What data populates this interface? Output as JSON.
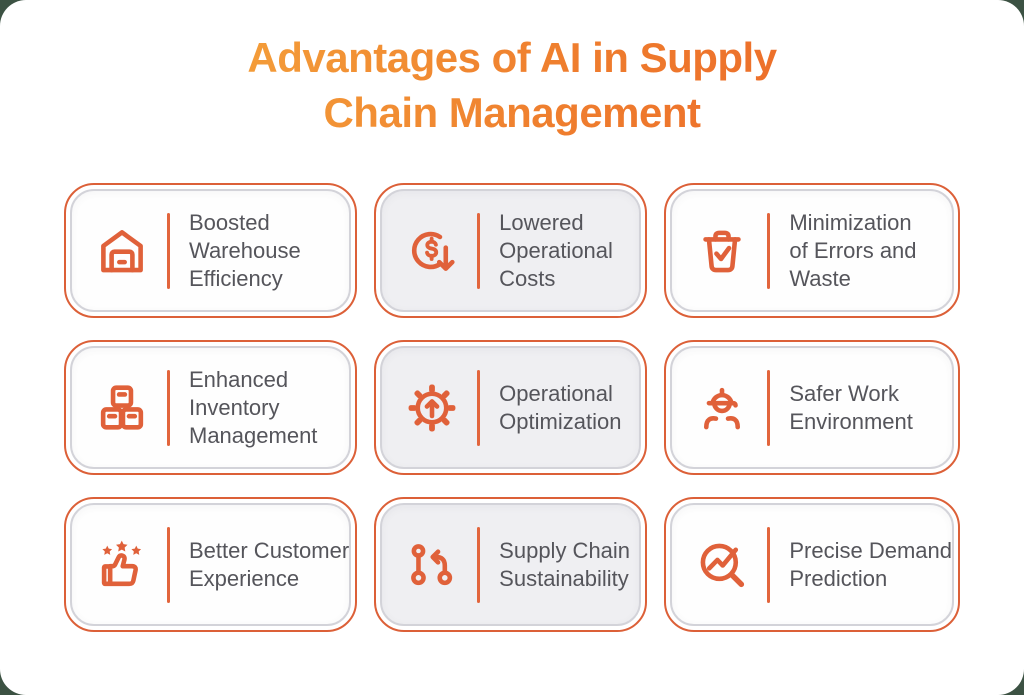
{
  "title": {
    "line1": "Advantages of AI in Supply",
    "line2": "Chain Management"
  },
  "cards": [
    {
      "icon": "warehouse-icon",
      "label": "Boosted Warehouse Efficiency",
      "lines": [
        "Boosted",
        "Warehouse",
        "Efficiency"
      ]
    },
    {
      "icon": "dollar-down-icon",
      "label": "Lowered Operational Costs",
      "lines": [
        "Lowered",
        "Operational",
        "Costs"
      ]
    },
    {
      "icon": "trash-check-icon",
      "label": "Minimization of Errors and Waste",
      "lines": [
        "Minimization",
        "of Errors and",
        "Waste"
      ]
    },
    {
      "icon": "inventory-boxes-icon",
      "label": "Enhanced Inventory Management",
      "lines": [
        "Enhanced",
        "Inventory",
        "Management"
      ]
    },
    {
      "icon": "gear-up-arrow-icon",
      "label": "Operational Optimization",
      "lines": [
        "Operational",
        "Optimization"
      ]
    },
    {
      "icon": "worker-helmet-icon",
      "label": "Safer Work Environment",
      "lines": [
        "Safer Work",
        "Environment"
      ]
    },
    {
      "icon": "thumbs-up-stars-icon",
      "label": "Better Customer Experience",
      "lines": [
        "Better Customer",
        "Experience"
      ]
    },
    {
      "icon": "branch-loop-icon",
      "label": "Supply Chain Sustainability",
      "lines": [
        "Supply Chain",
        "Sustainability"
      ]
    },
    {
      "icon": "magnifier-trend-icon",
      "label": "Precise Demand Prediction",
      "lines": [
        "Precise Demand",
        "Prediction"
      ]
    }
  ],
  "colors": {
    "title_gradient_start": "#F6AC3E",
    "title_gradient_end": "#EA5F26",
    "accent_orange": "#E0613A",
    "card_outer_border": "#DC6038",
    "card_inner_border": "#D3D3D9",
    "card_mid_bg": "#EFEFF2",
    "card_side_bg": "#FFFFFF",
    "text_gray": "#55555B",
    "page_bg": "#FFFFFF",
    "backdrop_green": "#3C5243"
  }
}
